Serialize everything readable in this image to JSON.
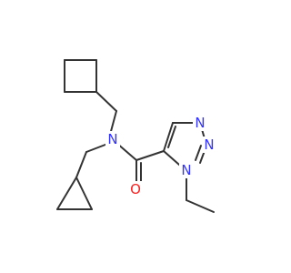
{
  "colors": {
    "bond": "#333333",
    "nitrogen": "#3333ff",
    "oxygen": "#ff2020"
  },
  "atoms": {
    "amide_n": "N",
    "carbonyl_o": "O",
    "ring_n1": "N",
    "ring_n2": "N",
    "ring_n3": "N"
  }
}
